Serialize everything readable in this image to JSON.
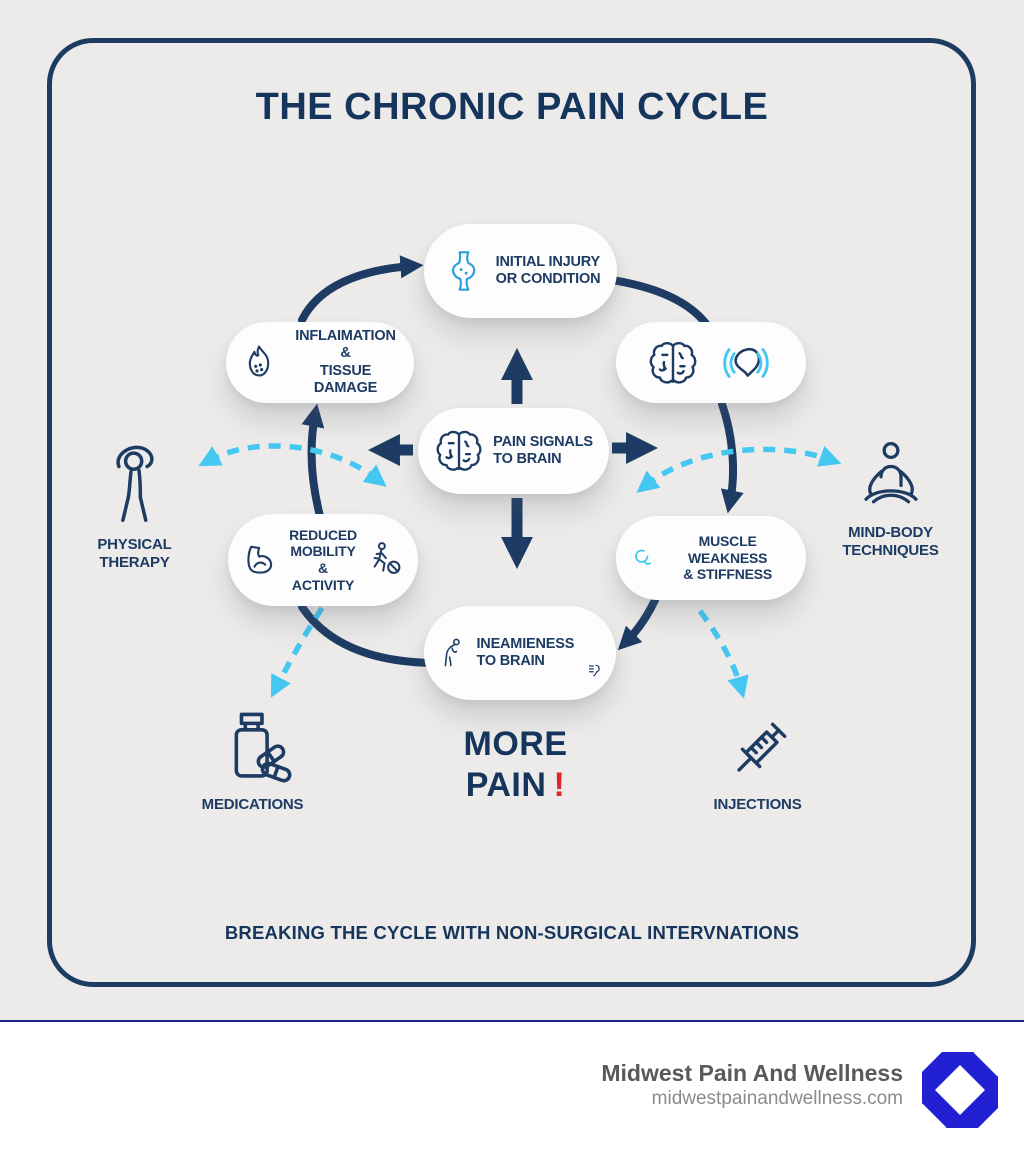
{
  "title": "THE CHRONIC PAIN CYCLE",
  "cycle": {
    "pills": {
      "initial_injury": {
        "line1": "INITIAL INJURY",
        "line2": "OR CONDITION",
        "icon": "joint-icon"
      },
      "inflammation": {
        "line1": "INFLAIMATION &",
        "line2": "TISSUE DAMAGE",
        "icon": "flame-icon"
      },
      "pain_transmission": {
        "icons": [
          "brain-icon",
          "pain-wave-icon"
        ]
      },
      "pain_signals": {
        "line1": "PAIN SIGNALS",
        "line2": "TO BRAIN",
        "icon": "brain-icon"
      },
      "muscle_weakness": {
        "line1": "MUSCLE WEAKNESS",
        "line2": "& STIFFNESS",
        "icon": "muscle-spasm-icon"
      },
      "reduced_mobility": {
        "line1": "REDUCED",
        "line2": "MOBILITY",
        "line3": "& ACTIVITY",
        "icons": [
          "bicep-icon",
          "no-running-icon"
        ]
      },
      "unawareness": {
        "line1": "INEAMIENESS",
        "line2": "TO BRAIN",
        "icons": [
          "hunched-person-icon",
          "ear-waves-icon"
        ]
      }
    },
    "center_note": {
      "line1": "MORE",
      "line2": "PAIN",
      "exclaim": "!"
    }
  },
  "interventions": {
    "physical_therapy": {
      "line1": "PHYSICAL",
      "line2": "THERAPY",
      "icon": "stretching-person-icon"
    },
    "mind_body": {
      "line1": "MIND-BODY",
      "line2": "TECHNIQUES",
      "icon": "meditation-icon"
    },
    "medications": {
      "label": "MEDICATIONS",
      "icon": "pill-bottle-icon"
    },
    "injections": {
      "label": "INJECTIONS",
      "icon": "syringe-icon"
    }
  },
  "caption": "BREAKING THE CYCLE WITH NON-SURGICAL INTERVNATIONS",
  "footer": {
    "name": "Midwest Pain And Wellness",
    "url": "midwestpainandwellness.com",
    "logo": "diamond-logo"
  },
  "colors": {
    "navy": "#1d3b63",
    "light_blue": "#44c7f0",
    "accent_red": "#e2232e",
    "logo_blue": "#2121d3",
    "background": "#ecebe9"
  }
}
